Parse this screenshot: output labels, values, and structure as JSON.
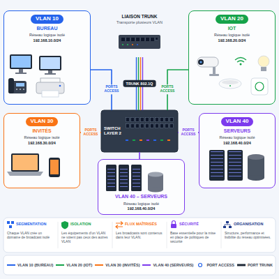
{
  "diagram": {
    "nodes": [
      {
        "text": [
          "VLAN 10",
          "BUREAU",
          "Réseau logique isolé",
          "192.168.10.0/24"
        ]
      },
      {
        "text": [
          "LIAISON TRUNK",
          "Transporte plusieurs VLAN"
        ]
      },
      {
        "text": [
          "VLAN 20",
          "IOT",
          "Réseau logique isolé",
          "192.168.20.0/24"
        ]
      },
      {
        "text": [
          "SWITCH LAYER 2"
        ]
      },
      {
        "text": [
          "VLAN 30",
          "INVITÉS",
          "Réseau logique isolé",
          "192.168.30.0/24"
        ]
      },
      {
        "text": [
          "VLAN 40",
          "SERVEURS",
          "Réseau logique isolé",
          "192.168.40.0/24"
        ]
      },
      {
        "text": [
          "VLAN 40 – SERVEURS",
          "Réseau logique isolé",
          "192.168.40.0/24"
        ]
      }
    ],
    "edges": [
      {
        "from": 0,
        "to": 3,
        "arrow": "none",
        "label": "PORTS ACCESS"
      },
      {
        "from": 1,
        "to": 3,
        "arrow": "none",
        "label": "TRUNK 802.1Q"
      },
      {
        "from": 2,
        "to": 3,
        "arrow": "none",
        "label": "PORTS ACCESS"
      },
      {
        "from": 4,
        "to": 3,
        "arrow": "none",
        "label": "PORTS ACCESS"
      },
      {
        "from": 5,
        "to": 3,
        "arrow": "none",
        "label": "PORTS ACCESS"
      },
      {
        "from": 3,
        "to": 6,
        "arrow": "none"
      }
    ],
    "labels": [
      "SEGMENTATION",
      "Chaque VLAN crée un domaine de broadcast isolé",
      "ISOLATION",
      "Les équipements d'un VLAN ne voient pas ceux des autres VLAN",
      "FLUX MAÎTRISÉS",
      "Les broadcasts sont contenus dans leur VLAN.",
      "SÉCURITÉ",
      "Base essentielle pour la mise en place de politiques de sécurité",
      "ORGANISATION",
      "Structure, performance et lisibilité du réseau optimisées."
    ],
    "legend": [
      {
        "text": "VLAN 10 (BUREAU)",
        "color": "#2563eb"
      },
      {
        "text": "VLAN 20 (IOT)",
        "color": "#16a34a"
      },
      {
        "text": "VLAN 30 (INVITÉS)",
        "color": "#f97316"
      },
      {
        "text": "VLAN 40 (SERVEURS)",
        "color": "#7c3aed"
      },
      {
        "text": "PORT ACCESS"
      },
      {
        "text": "PORT TRUNK"
      }
    ]
  }
}
